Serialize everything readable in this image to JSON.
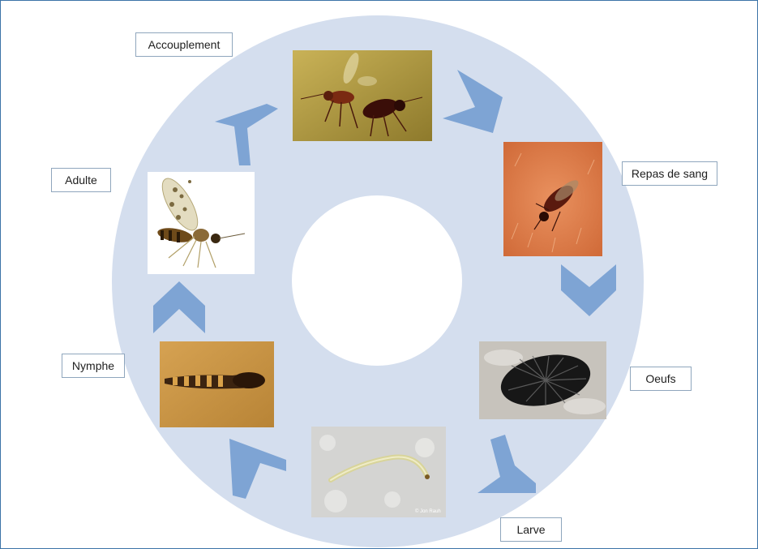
{
  "diagram": {
    "stages": [
      {
        "id": "mating",
        "label": "Accouplement",
        "photo": "mating-midges-photo"
      },
      {
        "id": "blood-meal",
        "label": "Repas de sang",
        "photo": "blood-feeding-midge-photo"
      },
      {
        "id": "eggs",
        "label": "Oeufs",
        "photo": "egg-cluster-photo"
      },
      {
        "id": "larva",
        "label": "Larve",
        "photo": "larva-photo"
      },
      {
        "id": "pupa",
        "label": "Nymphe",
        "photo": "pupa-photo"
      },
      {
        "id": "adult",
        "label": "Adulte",
        "photo": "adult-midge-photo"
      }
    ],
    "colors": {
      "ring": "#d4deee",
      "arrow": "#7ea4d4",
      "frame_border": "#3b73a8",
      "label_border": "#8fa6bd"
    },
    "arrow_icon": "chevron-arrow-icon",
    "photo_credit": "© Jon Rauh"
  }
}
